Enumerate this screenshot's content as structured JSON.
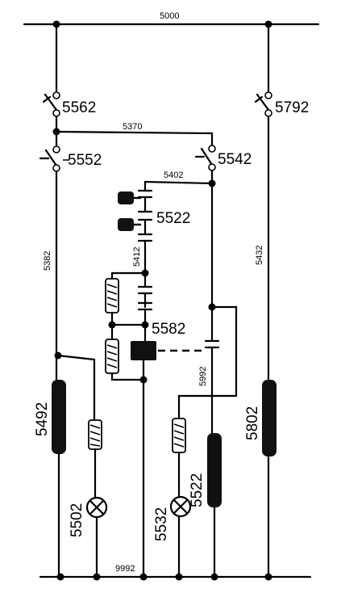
{
  "wires": {
    "top_bus": "5000",
    "bottom_bus": "9992",
    "cross_upper": "5370",
    "cross_lower": "5402",
    "left_vertical": "5382",
    "middle_vertical": "5412",
    "right_vertical": "5432",
    "relay_lower": "5992"
  },
  "components": {
    "switch_top_left": "5562",
    "switch_top_right": "5792",
    "switch_left": "5552",
    "switch_middle": "5542",
    "contact_upper": "5522",
    "relay": "5582",
    "coil_left": "5492",
    "lamp_left": "5502",
    "lamp_right": "5532",
    "coil_middle": "5522",
    "coil_right": "5802"
  }
}
